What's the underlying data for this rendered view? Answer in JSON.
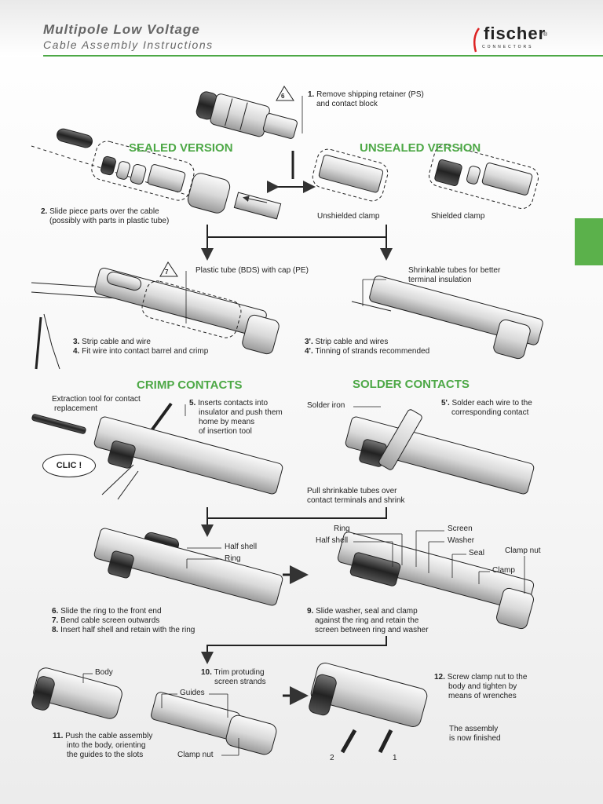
{
  "header": {
    "title": "Multipole Low Voltage",
    "subtitle": "Cable Assembly Instructions",
    "brand": "fischer",
    "brand_sub": "CONNECTORS",
    "brand_reg": "®"
  },
  "sections": {
    "sealed": "SEALED VERSION",
    "unsealed": "UNSEALED VERSION",
    "crimp": "CRIMP CONTACTS",
    "solder": "SOLDER CONTACTS"
  },
  "recycle_marks": {
    "six": "6",
    "seven": "7"
  },
  "steps": {
    "s1_num": "1.",
    "s1_text1": "Remove shipping retainer (PS)",
    "s1_text2": "and contact block",
    "s2_num": "2.",
    "s2_text1": "Slide piece parts over the cable",
    "s2_text2": "(possibly with parts in plastic tube)",
    "unshielded": "Unshielded clamp",
    "shielded": "Shielded clamp",
    "plastic_tube": "Plastic tube (BDS) with cap (PE)",
    "shrink1": "Shrinkable tubes for better",
    "shrink2": "terminal insulation",
    "s3_num": "3.",
    "s3_text": "Strip cable and wire",
    "s4_num": "4.",
    "s4_text": "Fit wire into contact barrel and crimp",
    "s3p_num": "3'.",
    "s3p_text": "Strip cable and wires",
    "s4p_num": "4'.",
    "s4p_text": "Tinning of strands recommended",
    "extraction1": "Extraction tool for contact",
    "extraction2": "replacement",
    "s5_num": "5.",
    "s5_text1": "Inserts contacts into",
    "s5_text2": "insulator and push them",
    "s5_text3": "home by means",
    "s5_text4": "of insertion tool",
    "clic": "CLIC !",
    "solder_iron": "Solder iron",
    "s5p_num": "5'.",
    "s5p_text1": "Solder each wire to the",
    "s5p_text2": "corresponding contact",
    "pull1": "Pull shrinkable tubes over",
    "pull2": "contact terminals and shrink",
    "half_shell": "Half shell",
    "ring": "Ring",
    "ring2": "Ring",
    "half_shell2": "Half shell",
    "screen": "Screen",
    "washer": "Washer",
    "seal": "Seal",
    "clamp_nut": "Clamp nut",
    "clamp": "Clamp",
    "s6_num": "6.",
    "s6_text": "Slide the ring to the front end",
    "s7_num": "7.",
    "s7_text": "Bend cable screen outwards",
    "s8_num": "8.",
    "s8_text": "Insert half shell and retain with the ring",
    "s9_num": "9.",
    "s9_text1": "Slide washer, seal and clamp",
    "s9_text2": "against the ring and retain the",
    "s9_text3": "screen between ring and washer",
    "body": "Body",
    "s10_num": "10.",
    "s10_text1": "Trim protuding",
    "s10_text2": "screen strands",
    "guides": "Guides",
    "s11_num": "11.",
    "s11_text1": "Push the cable assembly",
    "s11_text2": "into the body, orienting",
    "s11_text3": "the guides to the slots",
    "clamp_nut2": "Clamp nut",
    "s12_num": "12.",
    "s12_text1": "Screw clamp nut to the",
    "s12_text2": "body and tighten by",
    "s12_text3": "means of wrenches",
    "finished1": "The assembly",
    "finished2": "is now finished",
    "wrench2": "2",
    "wrench1": "1"
  },
  "colors": {
    "accent_green": "#4da846",
    "tab_green": "#5bb14b"
  }
}
